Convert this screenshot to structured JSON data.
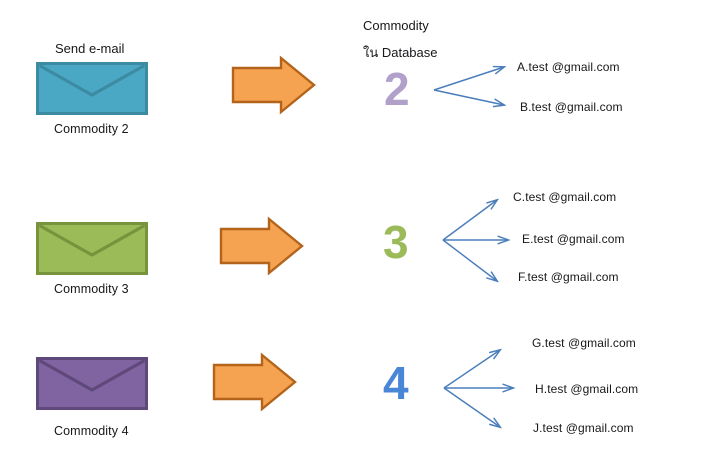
{
  "diagram": {
    "title_send": "Send e-mail",
    "title_db_line1": "Commodity",
    "title_db_line2": "ใน Database",
    "colors": {
      "arrow_fill": "#f0912d",
      "arrow_fill_light": "#f5a351",
      "arrow_stroke": "#b3641a",
      "thin_arrow": "#4a7ebb",
      "envelope_1_fill": "#4ba8c4",
      "envelope_1_stroke": "#3c8ba3",
      "envelope_2_fill": "#9bbb59",
      "envelope_2_stroke": "#77933c",
      "envelope_3_fill": "#8064a2",
      "envelope_3_stroke": "#5f497a",
      "num_2": "#b0a0ca",
      "num_3": "#9bbb59",
      "num_4": "#4a86d6",
      "text": "#17181a"
    },
    "rows": [
      {
        "id": "row-1",
        "envelope_label": "Commodity 2",
        "envelope_color_key": "envelope_1",
        "count": "2",
        "count_color_key": "num_2",
        "recipients": [
          "A.test @gmail.com",
          "B.test @gmail.com"
        ]
      },
      {
        "id": "row-2",
        "envelope_label": "Commodity 3",
        "envelope_color_key": "envelope_2",
        "count": "3",
        "count_color_key": "num_3",
        "recipients": [
          "C.test @gmail.com",
          "E.test @gmail.com",
          "F.test @gmail.com"
        ]
      },
      {
        "id": "row-3",
        "envelope_label": "Commodity 4",
        "envelope_color_key": "envelope_3",
        "count": "4",
        "count_color_key": "num_4",
        "recipients": [
          "G.test @gmail.com",
          "H.test @gmail.com",
          "J.test @gmail.com"
        ]
      }
    ]
  }
}
